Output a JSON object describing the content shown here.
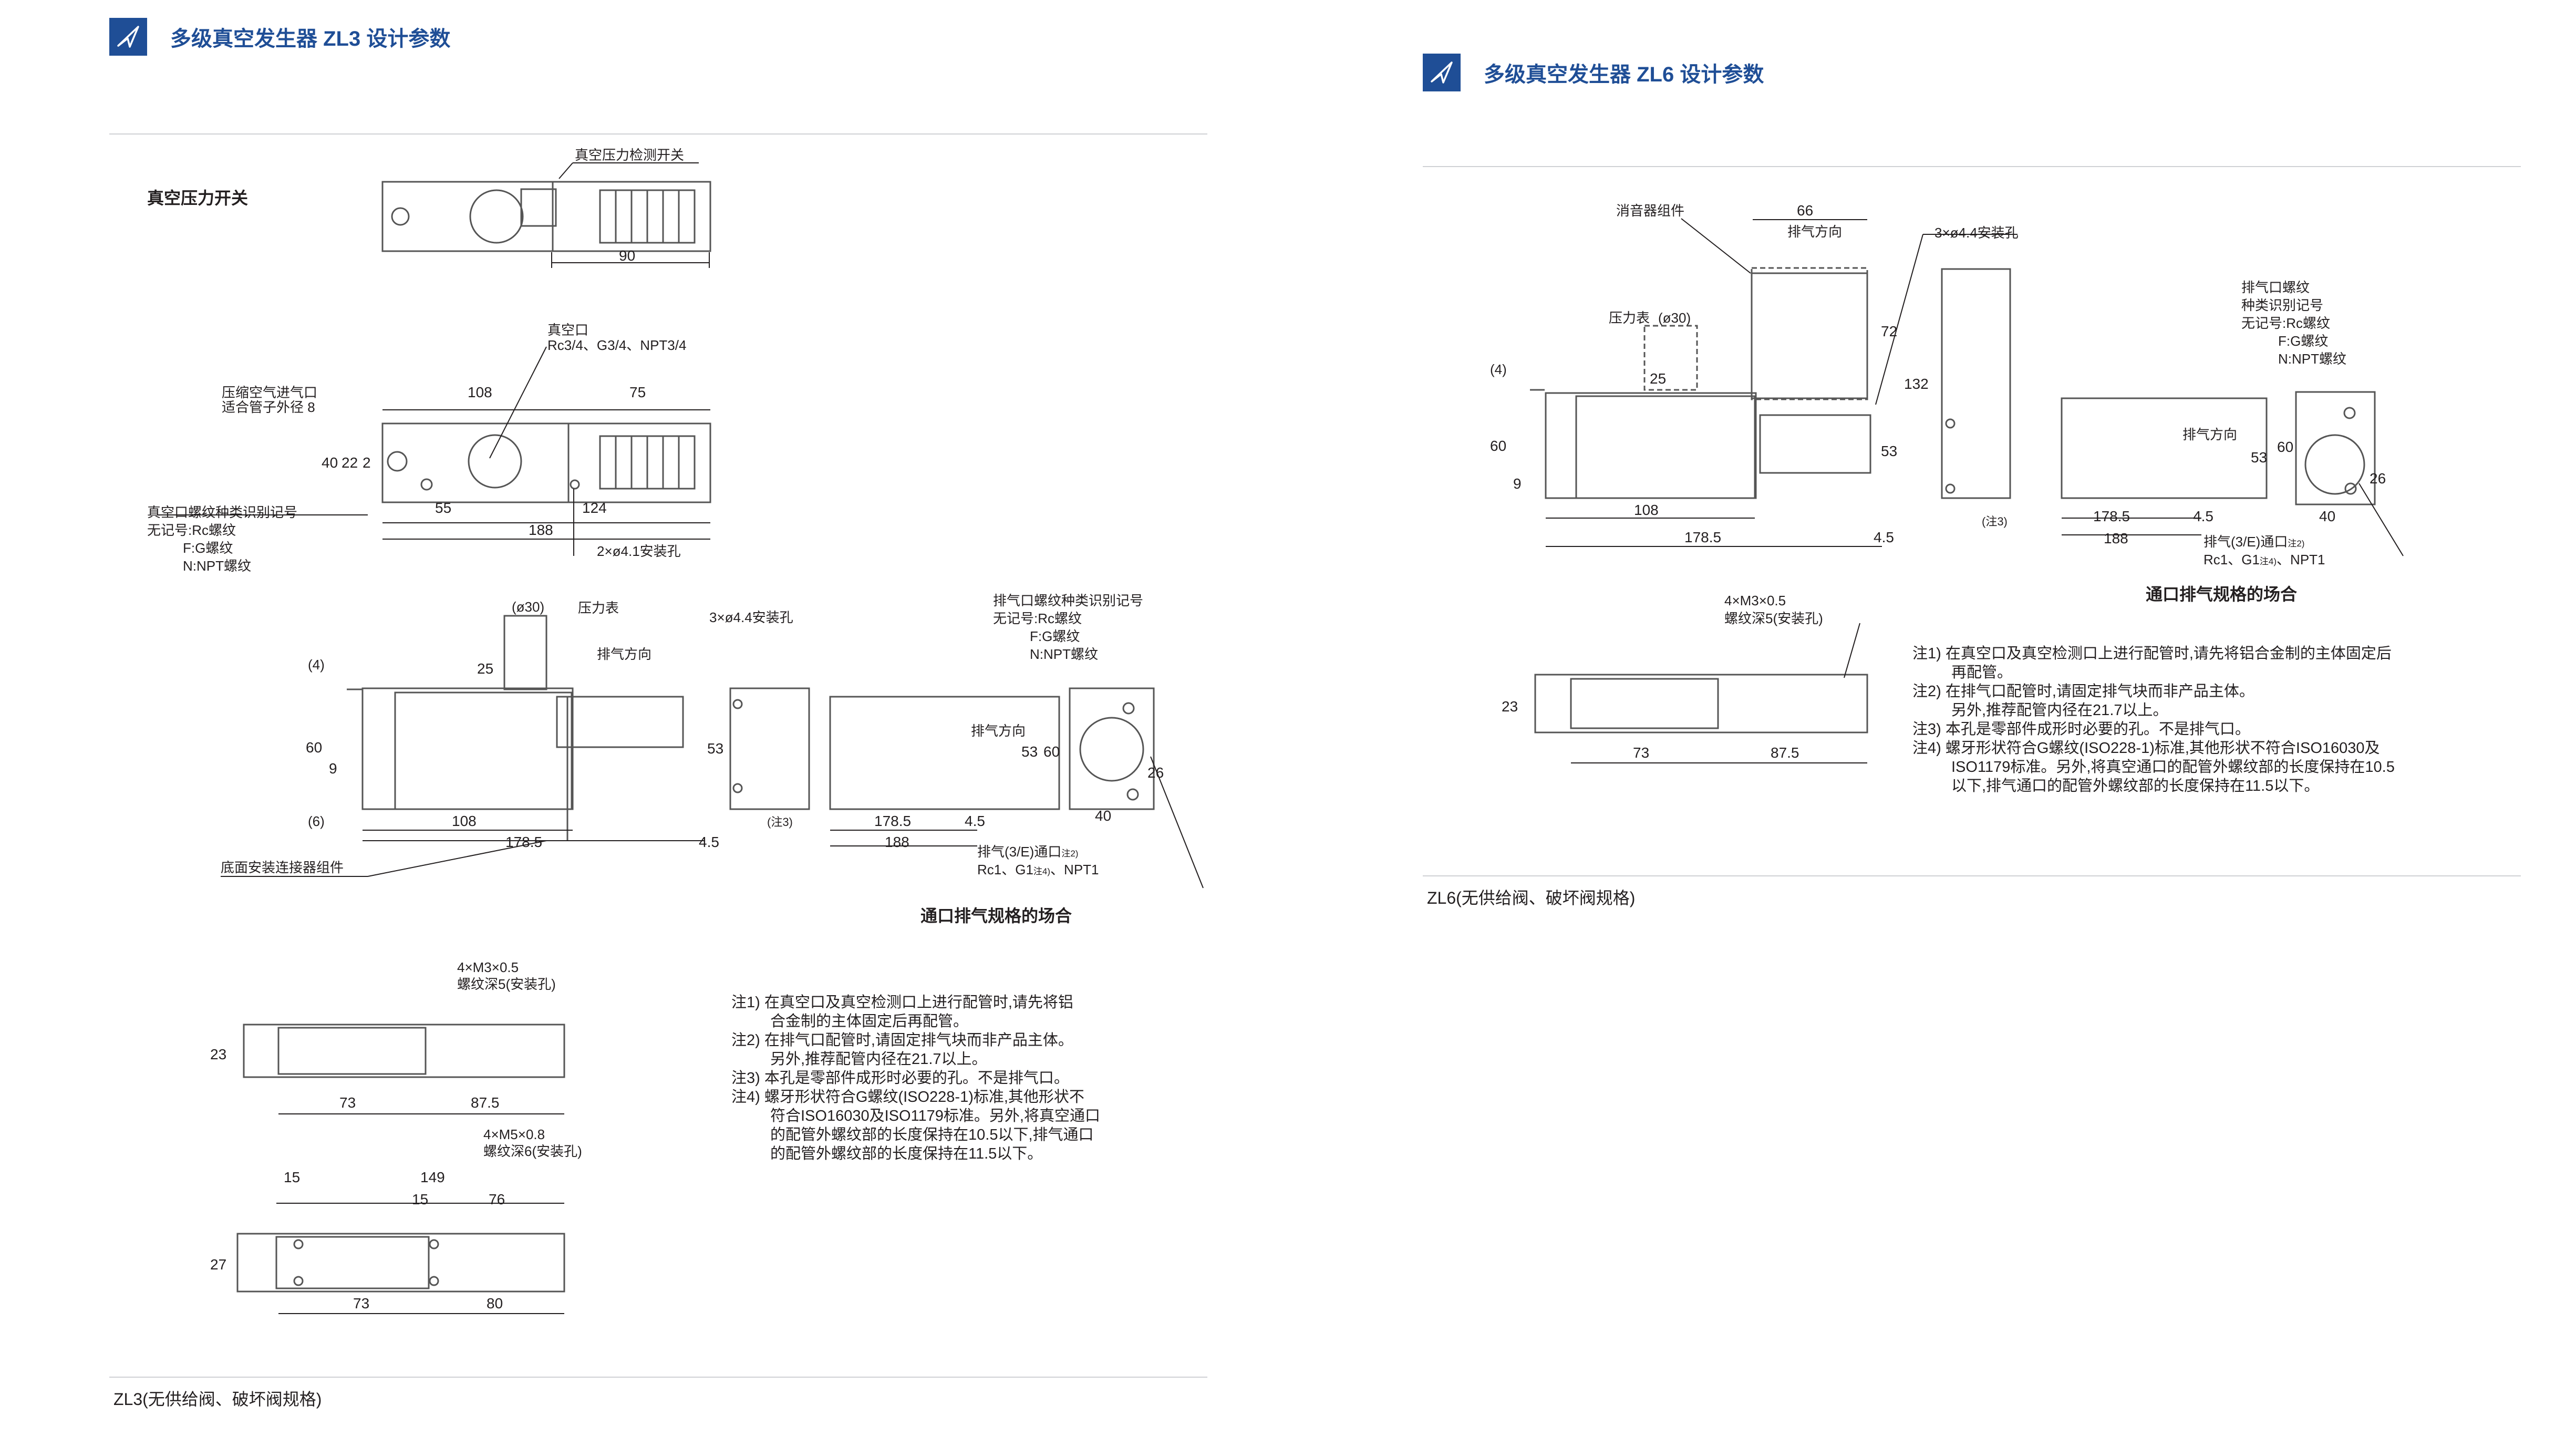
{
  "colors": {
    "brand": "#1f4e96",
    "rule": "#cfd1d4",
    "ink": "#231f20",
    "box": "#555555"
  },
  "icons": {
    "logo": "plane-arrow-icon"
  },
  "zl3": {
    "title": "多级真空发生器 ZL3 设计参数",
    "section_label": "真空压力开关",
    "footer": "ZL3(无供给阀、破坏阀规格)",
    "caption": "通口排气规格的场合",
    "top_view": {
      "callout": "真空压力检测开关",
      "dim": "90"
    },
    "side_view": {
      "vacuum_port": "真空口",
      "vacuum_port_spec": "Rc3/4、G3/4、NPT3/4",
      "air_inlet": "压缩空气进气口",
      "air_inlet_tube": "适合管子外径 8",
      "thread_id": "真空口螺纹种类识别记号",
      "thread_none": "无记号:Rc螺纹",
      "thread_f": "F:G螺纹",
      "thread_n": "N:NPT螺纹",
      "mount_holes": "2×ø4.1安装孔",
      "dims": {
        "d108": "108",
        "d75": "75",
        "d40": "40",
        "d22": "22",
        "d2": "2",
        "d55": "55",
        "d124": "124",
        "d188": "188"
      }
    },
    "front_view": {
      "phi30": "(ø30)",
      "gauge": "压力表",
      "holes3": "3×ø4.4安装孔",
      "exhaust_dir": "排气方向",
      "base_connector": "底面安装连接器组件",
      "note3_mark": "(注3)",
      "dims": {
        "d4": "(4)",
        "d25": "25",
        "d60": "60",
        "d9": "9",
        "d6": "(6)",
        "d108": "108",
        "d178": "178.5",
        "d45": "4.5",
        "d53": "53"
      }
    },
    "port_view": {
      "thread_id": "排气口螺纹种类识别记号",
      "thread_none": "无记号:Rc螺纹",
      "thread_f": "F:G螺纹",
      "thread_n": "N:NPT螺纹",
      "exhaust_dir": "排气方向",
      "exhaust_port": "排气(3/E)通口",
      "note2": "注2)",
      "port_spec_a": "Rc1、G1",
      "note4": "注4)",
      "port_spec_b": "、NPT1",
      "dims": {
        "d60": "60",
        "d53": "53",
        "d178": "178.5",
        "d45": "4.5",
        "d188": "188",
        "d40": "40",
        "d26": "26"
      }
    },
    "bottom1": {
      "callout1": "4×M3×0.5",
      "callout2": "螺纹深5(安装孔)",
      "dims": {
        "d23": "23",
        "d73": "73",
        "d875": "87.5"
      }
    },
    "bottom2": {
      "callout1": "4×M5×0.8",
      "callout2": "螺纹深6(安装孔)",
      "dims": {
        "d15a": "15",
        "d149": "149",
        "d15b": "15",
        "d76": "76",
        "d27": "27",
        "d73": "73",
        "d80": "80"
      }
    },
    "notes": [
      {
        "label": "注1)",
        "lines": [
          "在真空口及真空检测口上进行配管时,请先将铝",
          "合金制的主体固定后再配管。"
        ]
      },
      {
        "label": "注2)",
        "lines": [
          "在排气口配管时,请固定排气块而非产品主体。",
          "另外,推荐配管内径在21.7以上。"
        ]
      },
      {
        "label": "注3)",
        "lines": [
          "本孔是零部件成形时必要的孔。不是排气口。"
        ]
      },
      {
        "label": "注4)",
        "lines": [
          "螺牙形状符合G螺纹(ISO228-1)标准,其他形状不",
          "符合ISO16030及ISO1179标准。另外,将真空通口",
          "的配管外螺纹部的长度保持在10.5以下,排气通口",
          "的配管外螺纹部的长度保持在11.5以下。"
        ]
      }
    ]
  },
  "zl6": {
    "title": "多级真空发生器 ZL6 设计参数",
    "footer": "ZL6(无供给阀、破坏阀规格)",
    "caption": "通口排气规格的场合",
    "front_view": {
      "silencer": "消音器组件",
      "d66": "66",
      "exhaust_dir": "排气方向",
      "holes3": "3×ø4.4安装孔",
      "gauge": "压力表",
      "phi30": "(ø30)",
      "note3_mark": "(注3)",
      "dims": {
        "d4": "(4)",
        "d25": "25",
        "d60": "60",
        "d9": "9",
        "d72": "72",
        "d132": "132",
        "d53": "53",
        "d108": "108",
        "d178": "178.5",
        "d45": "4.5"
      }
    },
    "port_view": {
      "thread_id1": "排气口螺纹",
      "thread_id2": "种类识别记号",
      "thread_none": "无记号:Rc螺纹",
      "thread_f": "F:G螺纹",
      "thread_n": "N:NPT螺纹",
      "exhaust_dir": "排气方向",
      "exhaust_port": "排气(3/E)通口",
      "note2": "注2)",
      "port_spec_a": "Rc1、G1",
      "note4": "注4)",
      "port_spec_b": "、NPT1",
      "dims": {
        "d60": "60",
        "d53": "53",
        "d178": "178.5",
        "d45": "4.5",
        "d188": "188",
        "d40": "40",
        "d26": "26"
      }
    },
    "bottom": {
      "callout1": "4×M3×0.5",
      "callout2": "螺纹深5(安装孔)",
      "dims": {
        "d23": "23",
        "d73": "73",
        "d875": "87.5"
      }
    },
    "notes": [
      {
        "label": "注1)",
        "lines": [
          "在真空口及真空检测口上进行配管时,请先将铝合金制的主体固定后",
          "再配管。"
        ]
      },
      {
        "label": "注2)",
        "lines": [
          "在排气口配管时,请固定排气块而非产品主体。",
          "另外,推荐配管内径在21.7以上。"
        ]
      },
      {
        "label": "注3)",
        "lines": [
          "本孔是零部件成形时必要的孔。不是排气口。"
        ]
      },
      {
        "label": "注4)",
        "lines": [
          "螺牙形状符合G螺纹(ISO228-1)标准,其他形状不符合ISO16030及",
          "ISO1179标准。另外,将真空通口的配管外螺纹部的长度保持在10.5",
          "以下,排气通口的配管外螺纹部的长度保持在11.5以下。"
        ]
      }
    ]
  }
}
